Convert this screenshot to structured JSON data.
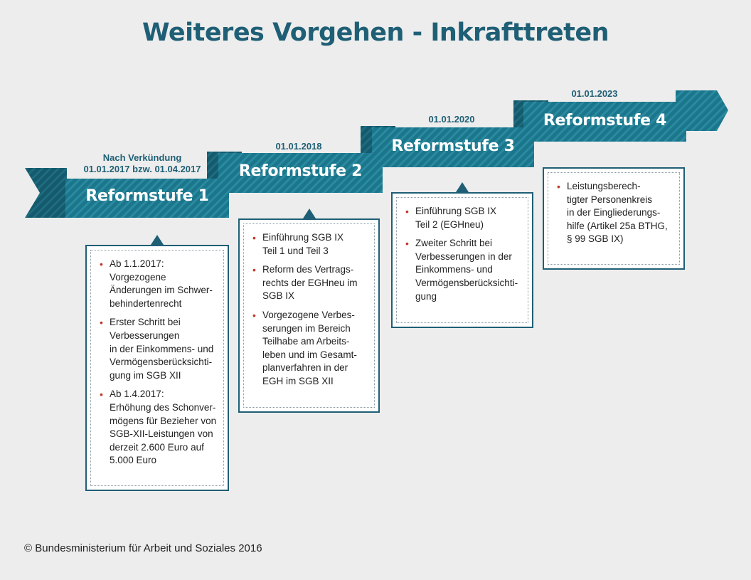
{
  "title": "Weiteres Vorgehen - Inkrafttreten",
  "footer": "© Bundesministerium für Arbeit und Soziales 2016",
  "colors": {
    "ribbon": "#1b768c",
    "ribbon_dark": "#155a6c",
    "heading": "#1f5f75",
    "bullet": "#c0392b",
    "background": "#ededed"
  },
  "steps": [
    {
      "label": "Reformstufe 1",
      "date": "Nach Verkündung\n01.01.2017 bzw. 01.04.2017",
      "items": [
        "Ab 1.1.2017:\nVorgezogene\nÄnderungen im Schwer-\nbehindertenrecht",
        "Erster Schritt bei\nVerbesserungen\nin der Einkommens- und\nVermögensberücksichti-\ngung im SGB XII",
        "Ab 1.4.2017:\nErhöhung des Schonver-\nmögens für Bezieher von\nSGB-XII-Leistungen von\nderzeit 2.600 Euro auf\n5.000 Euro"
      ]
    },
    {
      "label": "Reformstufe 2",
      "date": "01.01.2018",
      "items": [
        "Einführung SGB IX\nTeil 1 und Teil 3",
        "Reform des Vertrags-\nrechts der EGHneu im\nSGB IX",
        "Vorgezogene Verbes-\nserungen im Bereich\nTeilhabe am Arbeits-\nleben und im Gesamt-\nplanverfahren in der\nEGH im SGB XII"
      ]
    },
    {
      "label": "Reformstufe 3",
      "date": "01.01.2020",
      "items": [
        "Einführung SGB IX\nTeil 2 (EGHneu)",
        "Zweiter Schritt bei\nVerbesserungen in der\nEinkommens- und\nVermögensberücksichti-\ngung"
      ]
    },
    {
      "label": "Reformstufe 4",
      "date": "01.01.2023",
      "items": [
        "Leistungsberech-\ntigter Personenkreis\nin der Eingliederungs-\nhilfe (Artikel 25a BTHG,\n§ 99 SGB IX)"
      ]
    }
  ]
}
